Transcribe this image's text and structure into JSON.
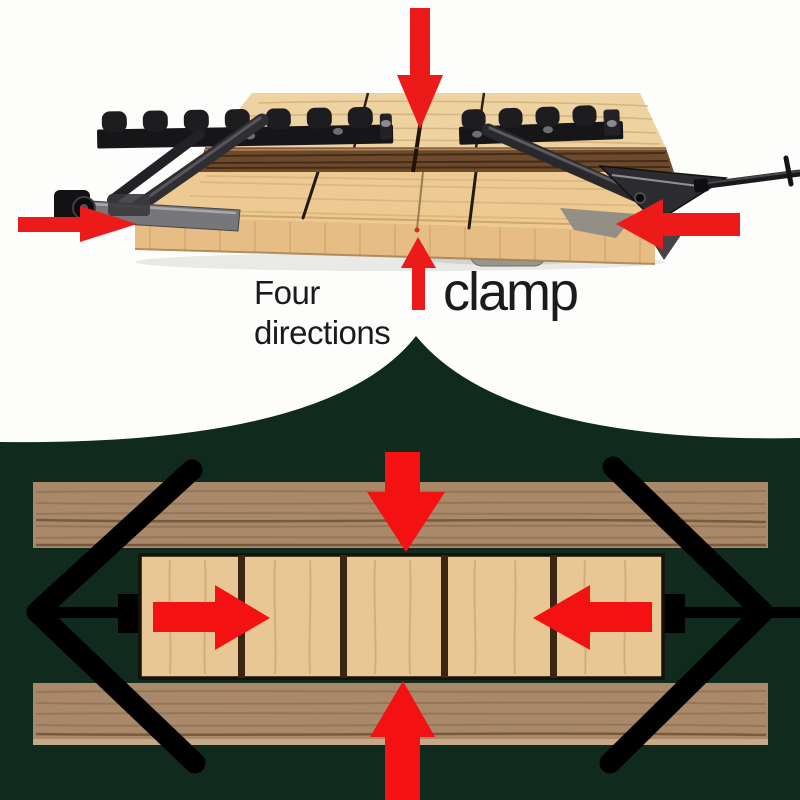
{
  "title": "Four directions clamp infographic",
  "colors": {
    "background_white": "#fdfdfc",
    "background_dark_green": "#102a1e",
    "arrow_red_photo": "#ed1a1a",
    "arrow_red_diagram": "#f41111",
    "diagram_black": "#000000",
    "walnut_plank": "#a9896a",
    "light_panel": "#e9c795",
    "photo_wood_top": "#eed3a2",
    "photo_wood_front": "#ecca92",
    "photo_wood_face": "#e5bd85",
    "photo_wood_band": "#6e4a2d",
    "metal_dark": "#29292c",
    "text_dark": "#1b1b1b"
  },
  "top_photo": {
    "label_four_directions": "Four directions",
    "label_clamp": "clamp",
    "arrow_directions": [
      "down",
      "left",
      "right",
      "up"
    ]
  },
  "bottom_diagram": {
    "arrow_directions": [
      "down",
      "up",
      "right",
      "left"
    ],
    "center_panel_board_count": 5,
    "outer_plank_count": 2
  }
}
